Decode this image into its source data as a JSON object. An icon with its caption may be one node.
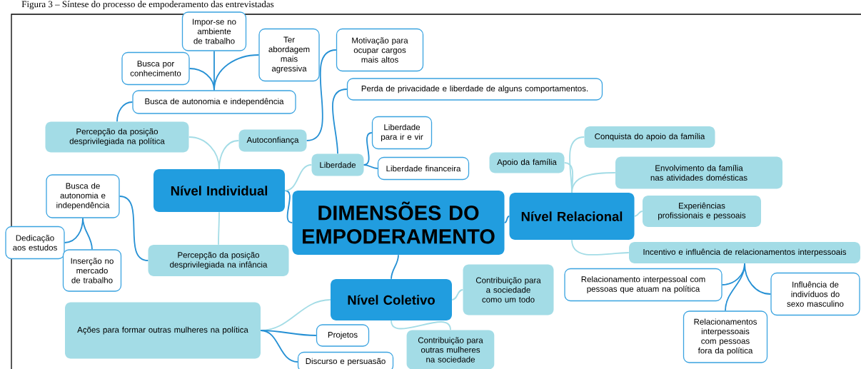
{
  "diagram": {
    "title": "Figura 3 – Síntese do processo de empoderamento das entrevistadas",
    "nodes": [
      {
        "text": [
          "DIMENSÕES DO EMPODERAMENTO"
        ]
      },
      {
        "text": [
          "Nível Individual"
        ]
      },
      {
        "text": [
          "Nível Relacional"
        ]
      },
      {
        "text": [
          "Nível Coletivo"
        ]
      },
      {
        "text": [
          "Percepção da posição desprivilegiada na política"
        ]
      },
      {
        "text": [
          "Autoconfiança"
        ]
      },
      {
        "text": [
          "Liberdade"
        ]
      },
      {
        "text": [
          "Percepção da posição desprivilegiada na infância"
        ]
      },
      {
        "text": [
          "Busca de autonomia e independência"
        ]
      },
      {
        "text": [
          "Busca por conhecimento"
        ]
      },
      {
        "text": [
          "Impor-se no ambiente de trabalho"
        ]
      },
      {
        "text": [
          "Ter abordagem mais agressiva"
        ]
      },
      {
        "text": [
          "Motivação para ocupar cargos mais altos"
        ]
      },
      {
        "text": [
          "Perda de privacidade e liberdade de alguns comportamentos."
        ]
      },
      {
        "text": [
          "Liberdade para ir e vir"
        ]
      },
      {
        "text": [
          "Liberdade financeira"
        ]
      },
      {
        "text": [
          "Busca de autonomia e independência"
        ]
      },
      {
        "text": [
          "Dedicação aos estudos"
        ]
      },
      {
        "text": [
          "Inserção no mercado de trabalho"
        ]
      },
      {
        "text": [
          "Apoio da família"
        ]
      },
      {
        "text": [
          "Conquista do apoio da família"
        ]
      },
      {
        "text": [
          "Envolvimento da família nas atividades domésticas"
        ]
      },
      {
        "text": [
          "Experiências profissionais e pessoais"
        ]
      },
      {
        "text": [
          "Incentivo e influência de relacionamentos interpessoais"
        ]
      },
      {
        "text": [
          "Relacionamento interpessoal com pessoas que atuam na política"
        ]
      },
      {
        "text": [
          "Relacionamentos interpessoais com pessoas fora da política"
        ]
      },
      {
        "text": [
          "Influência de indivíduos do sexo masculino"
        ]
      },
      {
        "text": [
          "Contribuição para a sociedade como um todo"
        ]
      },
      {
        "text": [
          "Contribuição para outras mulheres na sociedade"
        ]
      },
      {
        "text": [
          "Ações para formar outras mulheres na política"
        ]
      },
      {
        "text": [
          "Projetos"
        ]
      },
      {
        "text": [
          "Discurso e persuasão"
        ]
      }
    ],
    "edges": [
      {
        "from": 0,
        "to": 1,
        "arrow": "none"
      },
      {
        "from": 0,
        "to": 2,
        "arrow": "none"
      },
      {
        "from": 0,
        "to": 3,
        "arrow": "none"
      },
      {
        "from": 1,
        "to": 4,
        "arrow": "none",
        "color": "#a3dce6"
      },
      {
        "from": 1,
        "to": 5,
        "arrow": "none",
        "color": "#a3dce6"
      },
      {
        "from": 1,
        "to": 6,
        "arrow": "none",
        "color": "#a3dce6"
      },
      {
        "from": 1,
        "to": 7,
        "arrow": "none",
        "color": "#a3dce6"
      },
      {
        "from": 4,
        "to": 8,
        "arrow": "none"
      },
      {
        "from": 8,
        "to": 9,
        "arrow": "none"
      },
      {
        "from": 8,
        "to": 10,
        "arrow": "none"
      },
      {
        "from": 8,
        "to": 11,
        "arrow": "none"
      },
      {
        "from": 5,
        "to": 12,
        "arrow": "none"
      },
      {
        "from": 6,
        "to": 13,
        "arrow": "none"
      },
      {
        "from": 6,
        "to": 14,
        "arrow": "none"
      },
      {
        "from": 6,
        "to": 15,
        "arrow": "none"
      },
      {
        "from": 7,
        "to": 16,
        "arrow": "none"
      },
      {
        "from": 16,
        "to": 17,
        "arrow": "none"
      },
      {
        "from": 16,
        "to": 18,
        "arrow": "none"
      },
      {
        "from": 2,
        "to": 19,
        "arrow": "none",
        "color": "#a3dce6"
      },
      {
        "from": 2,
        "to": 20,
        "arrow": "none",
        "color": "#a3dce6"
      },
      {
        "from": 2,
        "to": 21,
        "arrow": "none",
        "color": "#a3dce6"
      },
      {
        "from": 2,
        "to": 22,
        "arrow": "none",
        "color": "#a3dce6"
      },
      {
        "from": 2,
        "to": 23,
        "arrow": "none",
        "color": "#a3dce6"
      },
      {
        "from": 23,
        "to": 24,
        "arrow": "none"
      },
      {
        "from": 23,
        "to": 25,
        "arrow": "none"
      },
      {
        "from": 23,
        "to": 26,
        "arrow": "none"
      },
      {
        "from": 3,
        "to": 27,
        "arrow": "none",
        "color": "#a3dce6"
      },
      {
        "from": 3,
        "to": 28,
        "arrow": "none",
        "color": "#a3dce6"
      },
      {
        "from": 3,
        "to": 29,
        "arrow": "none",
        "color": "#a3dce6"
      },
      {
        "from": 29,
        "to": 30,
        "arrow": "none"
      },
      {
        "from": 29,
        "to": 31,
        "arrow": "none"
      }
    ]
  }
}
